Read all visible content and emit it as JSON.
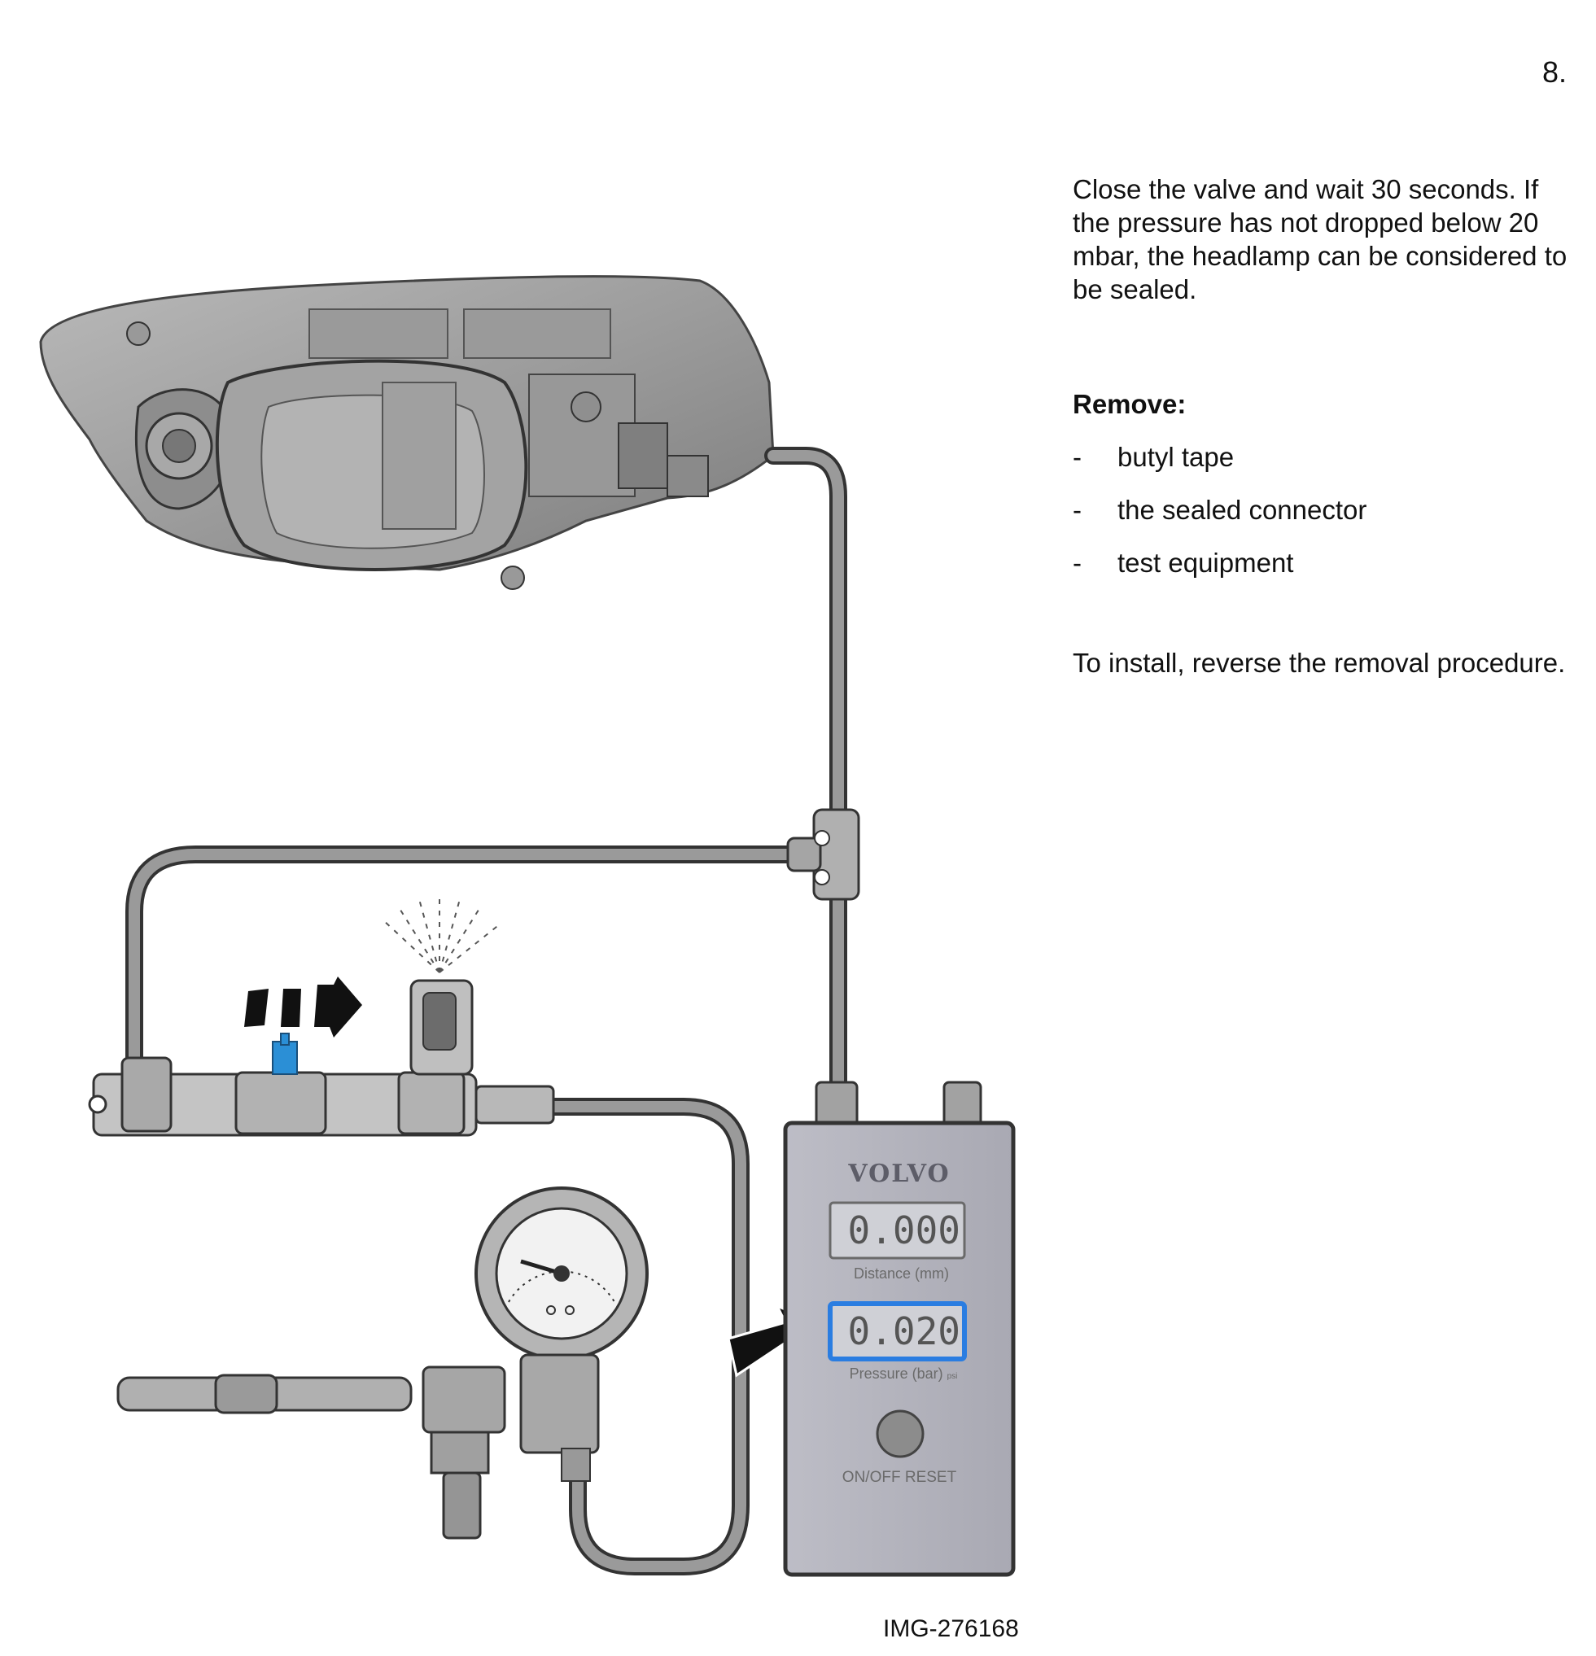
{
  "step_number": "8.",
  "instructions": {
    "paragraph1": "Close the valve and wait 30 seconds. If the pressure has not dropped below 20 mbar, the headlamp can be considered to be sealed.",
    "remove_heading": "Remove:",
    "remove_items": [
      {
        "dash": "-",
        "text": "butyl tape"
      },
      {
        "dash": "-",
        "text": "the sealed connector"
      },
      {
        "dash": "-",
        "text": "test equipment"
      }
    ],
    "paragraph2": "To install, reverse the removal procedure."
  },
  "tester": {
    "brand": "VOLVO",
    "distance_reading": "0.000",
    "distance_label": "Distance (mm)",
    "pressure_reading": "0.020",
    "pressure_label": "Pressure (bar)",
    "pressure_unit_small": "psi",
    "button_label": "ON/OFF RESET",
    "highlight_color": "#2a7de1"
  },
  "valve_color": "#2b8fd6",
  "caption": "IMG-276168"
}
